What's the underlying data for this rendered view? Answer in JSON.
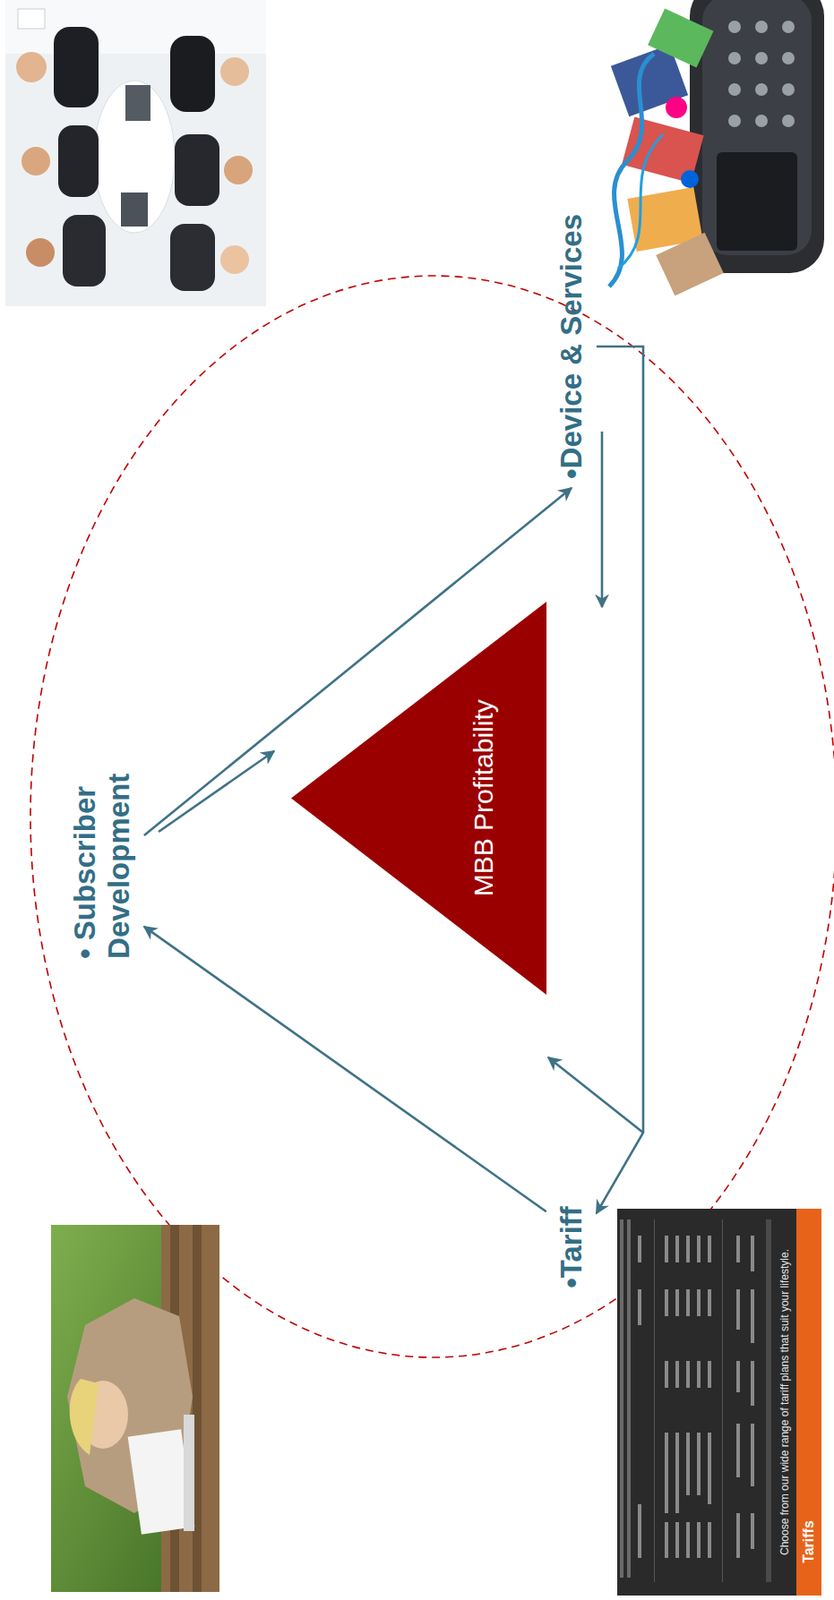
{
  "diagram": {
    "nodes": [
      {
        "text": [
          "• Subscriber Development"
        ]
      },
      {
        "text": [
          "•Device & Services"
        ]
      },
      {
        "text": [
          "•Tariff"
        ]
      },
      {
        "text": [
          "MBB Profitability"
        ]
      }
    ],
    "edges": [
      {
        "from": 0,
        "to": 1,
        "arrow": "to"
      },
      {
        "from": 1,
        "to": 2,
        "arrow": "to"
      },
      {
        "from": 2,
        "to": 0,
        "arrow": "to"
      }
    ],
    "labels": [
      "Tariffs",
      "Choose from our wide range of tariff plans that suit your lifestyle."
    ]
  }
}
